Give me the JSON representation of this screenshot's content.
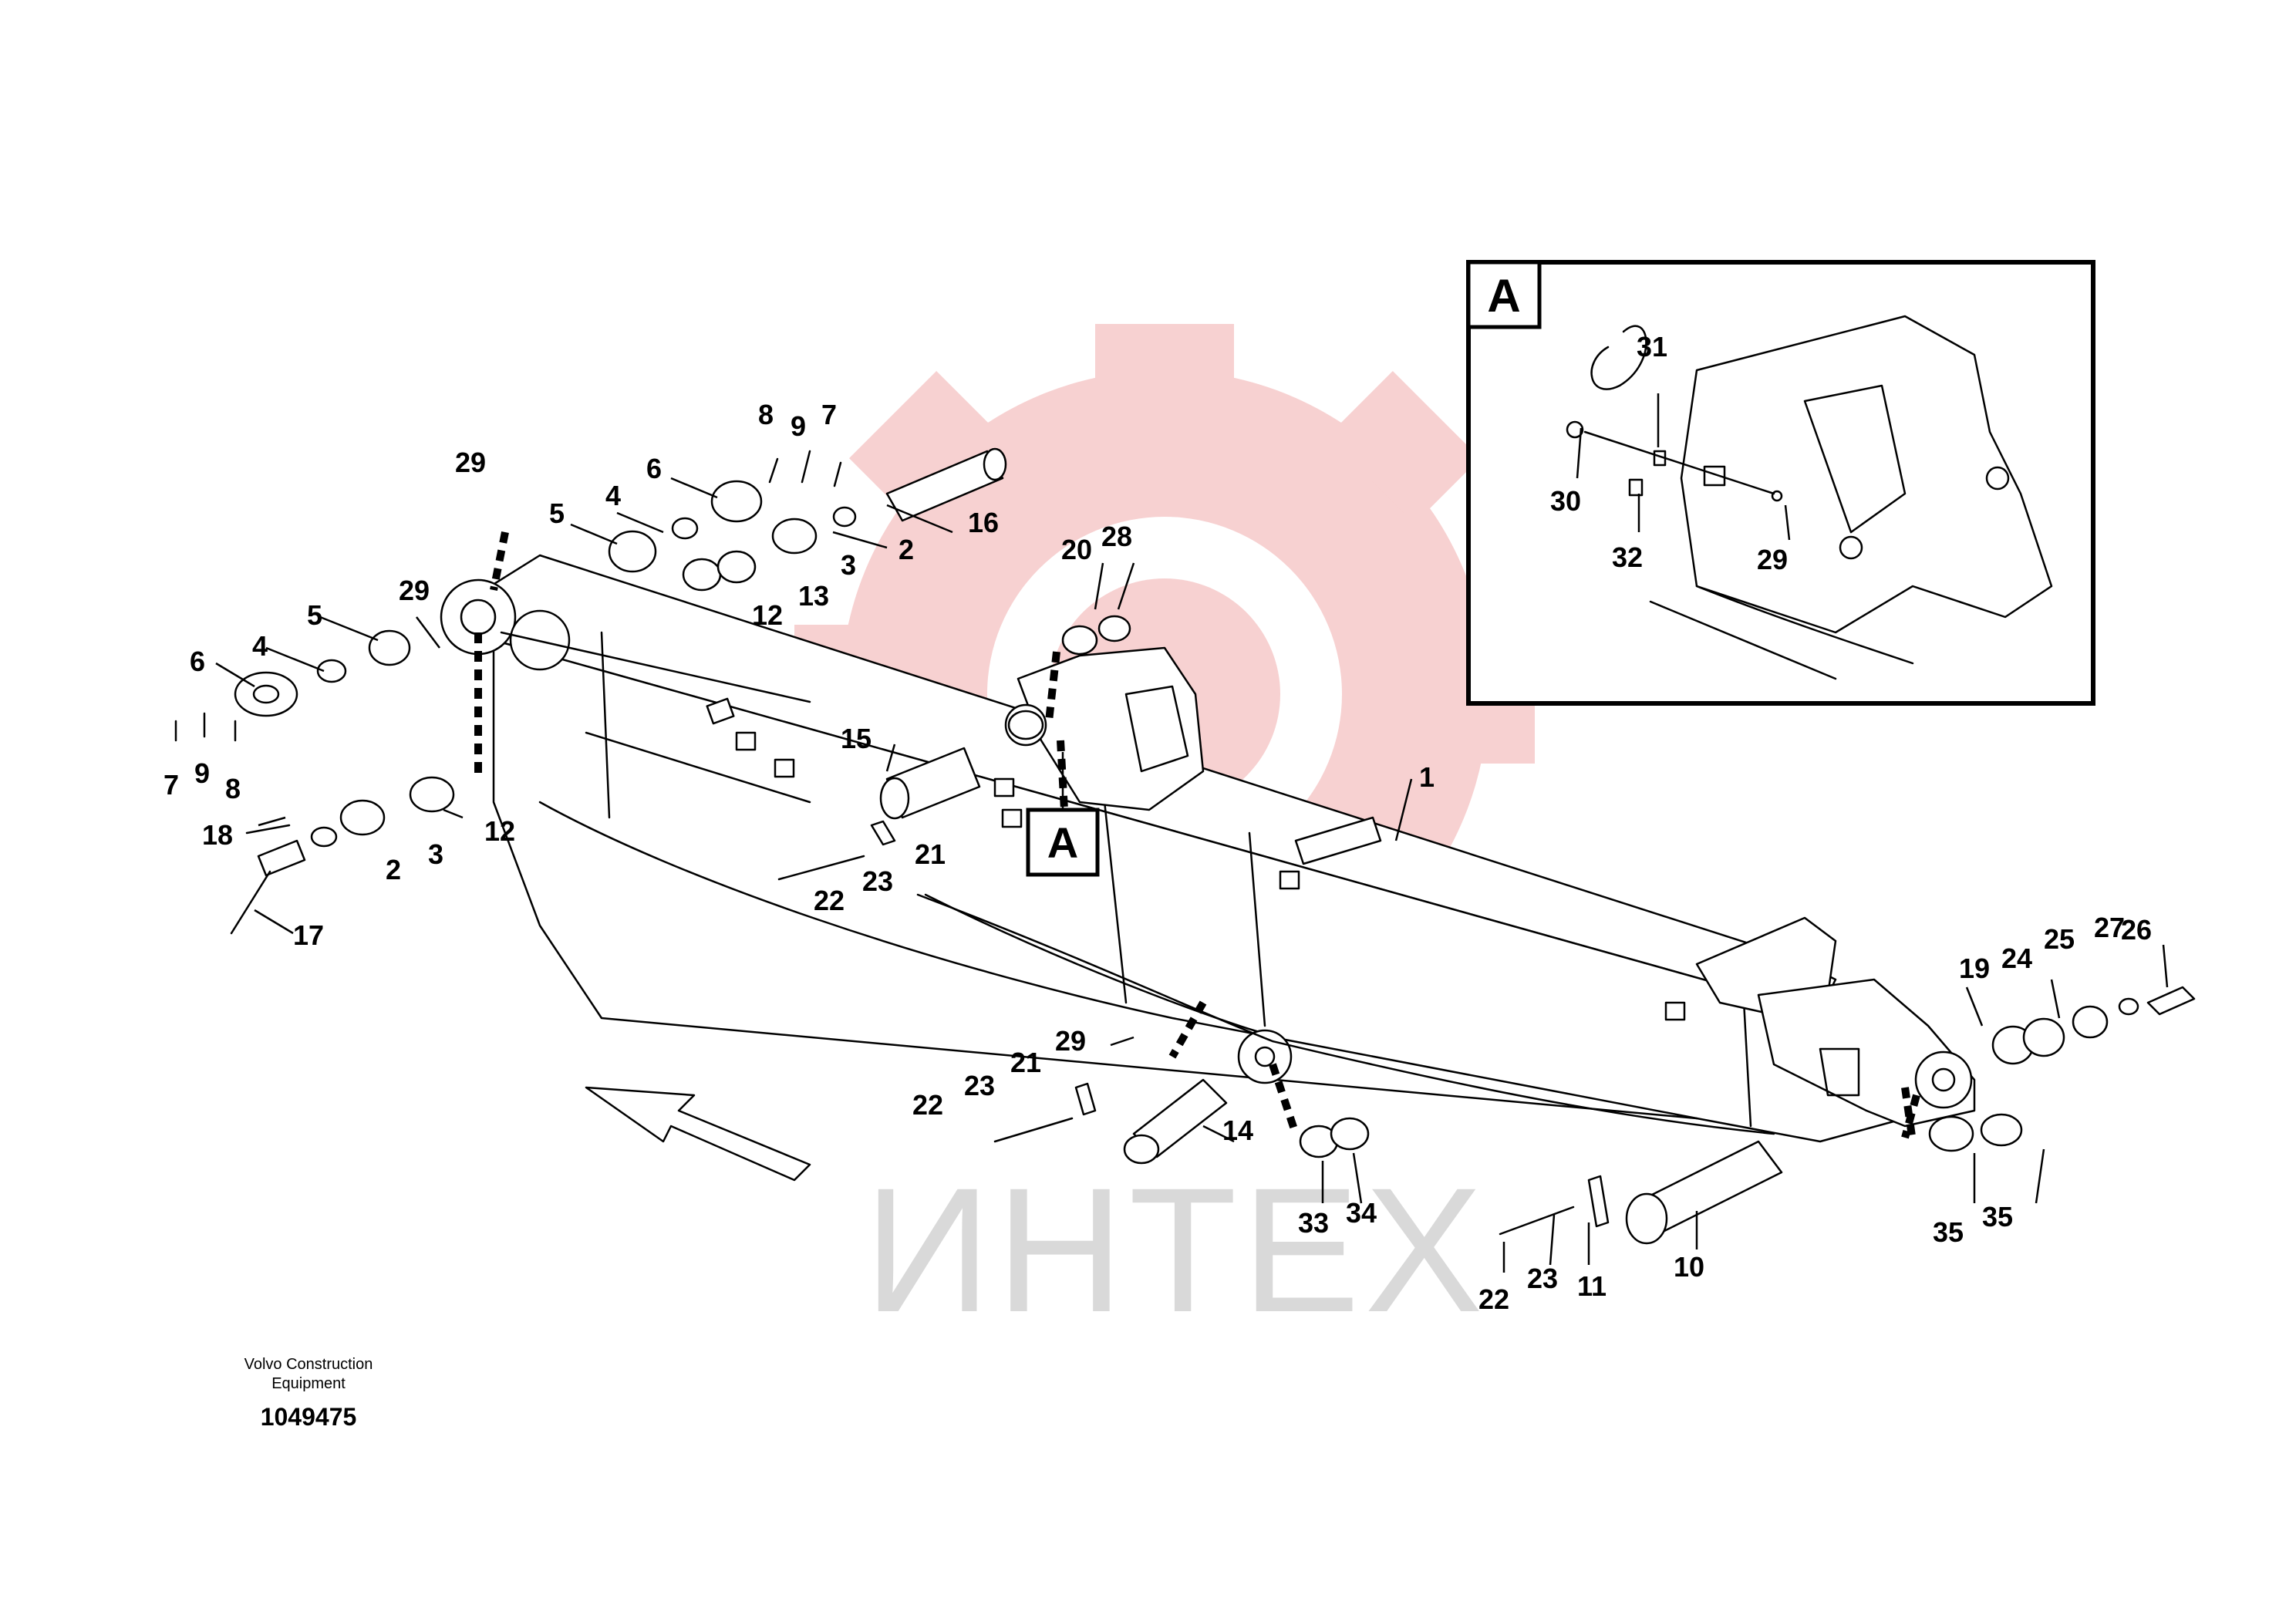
{
  "footer": {
    "company_line1": "Volvo Construction",
    "company_line2": "Equipment",
    "drawing_number": "1049475"
  },
  "watermark": {
    "text": "ИНТЕХ",
    "gear_color": "#f6c9c9",
    "text_color": "#d9d9d9"
  },
  "detail": {
    "marker_label": "A",
    "inset_label": "A"
  },
  "callouts": {
    "c1": "1",
    "c2a": "2",
    "c2b": "2",
    "c3a": "3",
    "c3b": "3",
    "c4a": "4",
    "c4b": "4",
    "c5a": "5",
    "c5b": "5",
    "c6a": "6",
    "c6b": "6",
    "c7a": "7",
    "c7b": "7",
    "c8a": "8",
    "c8b": "8",
    "c9a": "9",
    "c9b": "9",
    "c10": "10",
    "c11": "11",
    "c12a": "12",
    "c12b": "12",
    "c13": "13",
    "c14": "14",
    "c15": "15",
    "c16": "16",
    "c17": "17",
    "c18": "18",
    "c19": "19",
    "c20": "20",
    "c21a": "21",
    "c21b": "21",
    "c22a": "22",
    "c22b": "22",
    "c22c": "22",
    "c23a": "23",
    "c23b": "23",
    "c23c": "23",
    "c24": "24",
    "c25": "25",
    "c26": "26",
    "c27": "27",
    "c28": "28",
    "c29a": "29",
    "c29b": "29",
    "c29c": "29",
    "c29d": "29",
    "c30": "30",
    "c31": "31",
    "c32": "32",
    "c33": "33",
    "c34": "34",
    "c35a": "35",
    "c35b": "35"
  }
}
